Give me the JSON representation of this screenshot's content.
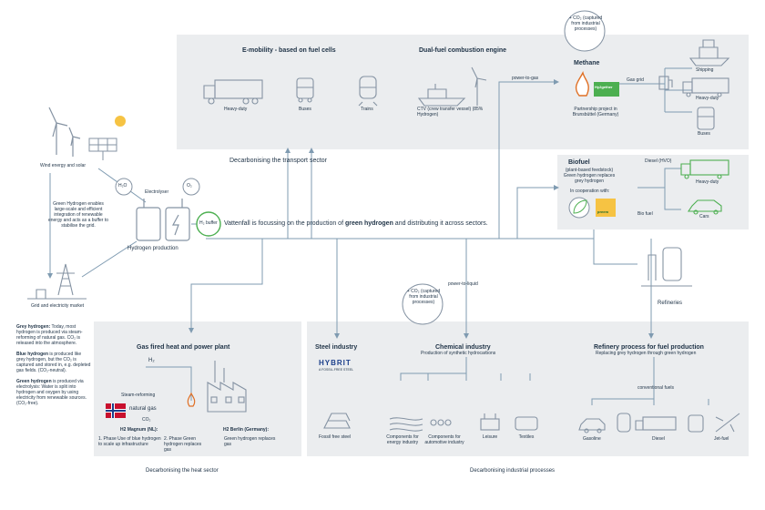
{
  "colors": {
    "line": "#7f9bb1",
    "panel": "#ebedef",
    "icon": "#8593a3",
    "text": "#1e3246",
    "green": "#4caf50",
    "orange": "#e07025",
    "flag_red": "#c8102e",
    "flag_blue": "#1b3f8b",
    "yellow": "#f6c343"
  },
  "left": {
    "wind_label": "Wind energy and solar",
    "green_desc": "Green Hydrogen enables large-scale and efficient integration of renewable energy and acts as a buffer to stabilise the grid.",
    "electrolyser": "Electrolyser",
    "h2o": "H₂O",
    "o2": "O₂",
    "hydrogen_production": "Hydrogen production",
    "grid_label": "Grid and electricity market",
    "h2_buffer": "H₂ buffer"
  },
  "legend": [
    {
      "title": "Grey hydrogen:",
      "text": "Today, most hydrogen is produced via steam-reforming of natural gas. CO₂ is released into the atmosphere."
    },
    {
      "title": "Blue hydrogen",
      "text": "is produced like grey hydrogen, but the CO₂ is captured and stored in, e.g. depleted gas fields. (CO₂-neutral)."
    },
    {
      "title": "Green hydrogen",
      "text": "is produced via electrolysis: Water is split into hydrogen and oxygen by using electricity from renewable sources. (CO₂-free)."
    }
  ],
  "transport": {
    "emobility_title": "E-mobility - based on fuel cells",
    "heavy_duty": "Heavy-duty",
    "buses": "Buses",
    "trains": "Trains",
    "dual_title": "Dual-fuel combustion engine",
    "ctv": "CTV (crew transfer vessel) (85% Hydrogen)",
    "decarb_label": "Decarbonising the transport sector"
  },
  "main_statement": {
    "pre": "Vattenfall is focussing on the production of ",
    "bold": "green hydrogen",
    "post": " and distributing it across sectors."
  },
  "methane": {
    "co2_note": "+ CO₂ (captured from industrial processes)",
    "power_to_gas": "power-to-gas",
    "title": "Methane",
    "partner_logo": "Hy2gether",
    "partnership": "Partnership project in Brunsbüttel (Germany)",
    "gas_grid": "Gas grid",
    "shipping": "Shipping",
    "heavy_duty": "Heavy-duty",
    "buses": "Buses"
  },
  "biofuel": {
    "title": "Biofuel",
    "desc": "(plant-based feedstock) Green hydrogen replaces grey hydrogen",
    "coop": "In cooperation with:",
    "partner_logo": "preem",
    "diesel": "Diesel (HVO)",
    "bio_fuel": "Bio fuel",
    "heavy_duty": "Heavy-duty",
    "cars": "Cars"
  },
  "refineries": {
    "label": "Refineries"
  },
  "heat": {
    "title": "Gas fired heat and power plant",
    "h2": "H₂",
    "steam": "Steam-reforming",
    "natural_gas": "natural gas",
    "co2": "CO₂",
    "magnum_title": "H2 Magnum (NL):",
    "phase1": "1. Phase Use of blue hydrogen to scale up infrastructure",
    "phase2": "2. Phase Green hydrogen replaces gas",
    "berlin_title": "H2 Berlin (Germany):",
    "berlin_text": "Green hydrogen replaces gas",
    "decarb_label": "Decarbonising the heat sector"
  },
  "steel": {
    "title": "Steel industry",
    "logo": "HYBRIT",
    "logo_sub": "A FOSSIL-FREE STEEL",
    "fossil_free": "Fossil free steel"
  },
  "chemical": {
    "co2_note": "+ CO₂ (captured from industrial processes)",
    "power_to_liquid": "power-to-liquid",
    "title": "Chemical industry",
    "subtitle": "Production of synthetic hydrocarbons",
    "items": [
      "Components for energy industry",
      "Components for automotive industry",
      "Leisure",
      "Textiles"
    ]
  },
  "refinery_process": {
    "title": "Refinery process for fuel production",
    "subtitle": "Replacing grey hydrogen through green hydrogen",
    "conventional": "conventional fuels",
    "items": [
      "Gasoline",
      "Diesel",
      "Jet-fuel"
    ]
  },
  "industrial_label": "Decarbonising industrial processes"
}
